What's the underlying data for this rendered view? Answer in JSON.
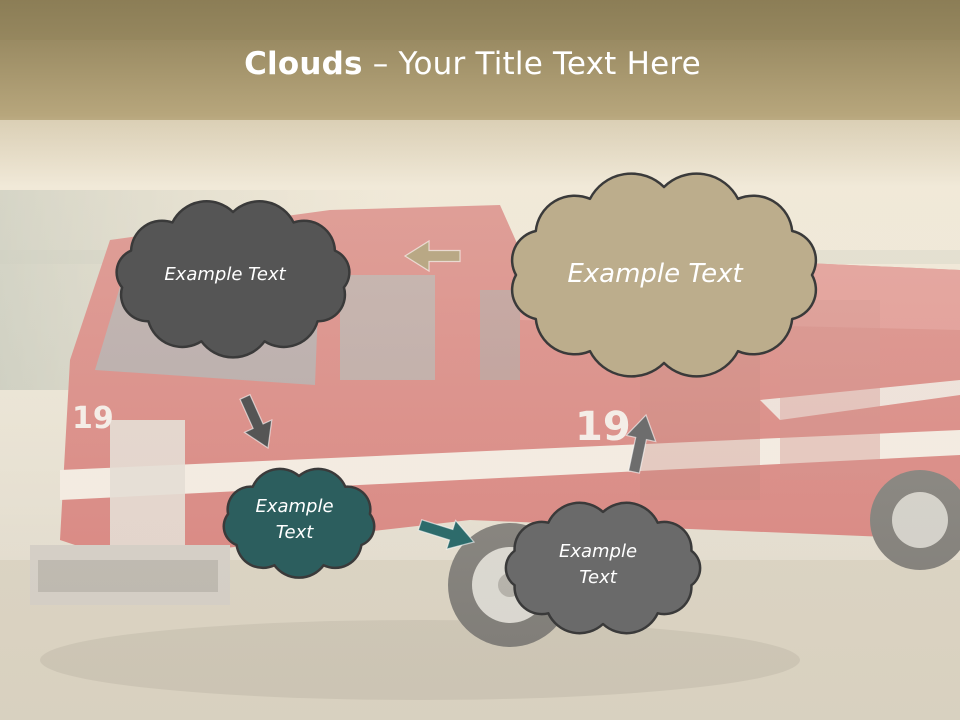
{
  "slide": {
    "title_bold": "Clouds",
    "title_rest": " – Your Title Text Here"
  },
  "clouds": [
    {
      "name": "cloud-top-left",
      "label": "Example Text",
      "color": "#555555"
    },
    {
      "name": "cloud-top-right",
      "label": "Example Text",
      "color": "#bcad8c"
    },
    {
      "name": "cloud-bottom-left",
      "label": "Example Text",
      "color": "#2c5e5e"
    },
    {
      "name": "cloud-bottom-right",
      "label": "Example Text",
      "color": "#6a6a6a"
    }
  ],
  "arrows": [
    {
      "name": "arrow-right-to-left",
      "color": "#b9a885"
    },
    {
      "name": "arrow-top-left-down",
      "color": "#555555"
    },
    {
      "name": "arrow-bottom-left-right",
      "color": "#2d6b6b"
    },
    {
      "name": "arrow-bottom-right-up",
      "color": "#6d6d6d"
    }
  ],
  "colors": {
    "header_band": "#8f8059",
    "cloud_outline": "#3a3a3a"
  }
}
